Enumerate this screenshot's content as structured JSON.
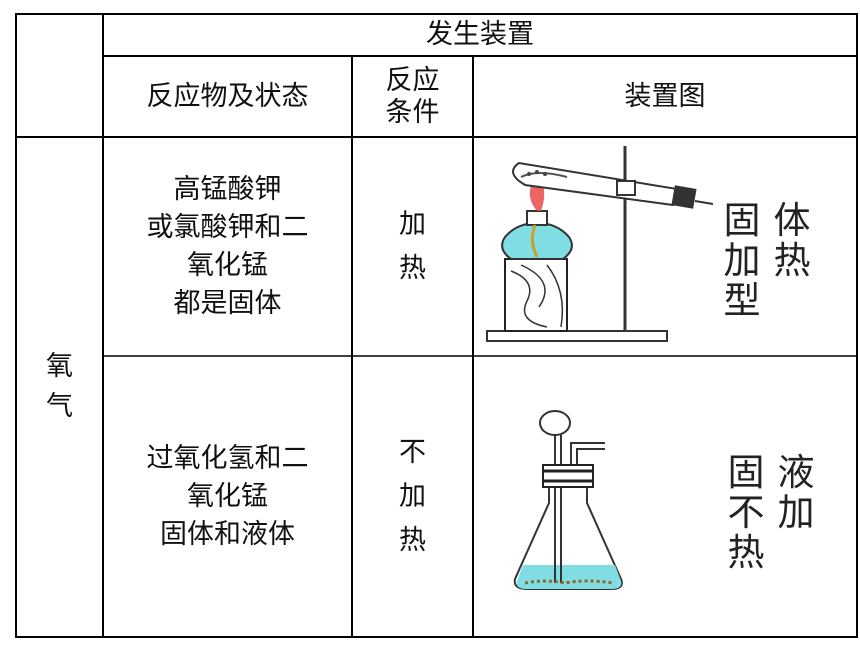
{
  "table": {
    "group_header": "发生装置",
    "col_reactants": "反应物及状态",
    "col_condition": "反应\n条件",
    "col_diagram": "装置图",
    "row_label": "氧\n气",
    "rows": [
      {
        "reactants": "高锰酸钾\n或氯酸钾和二\n氧化锰\n都是固体",
        "condition": "加\n热",
        "type_col1": "固\n加\n型",
        "type_col2": "体\n热"
      },
      {
        "reactants": "过氧化氢和二\n氧化锰\n固体和液体",
        "condition": "不\n加\n热",
        "type_col1": "固\n不\n热",
        "type_col2": "液\n加"
      }
    ]
  },
  "colors": {
    "liquid": "#7fdde3",
    "flame": "#e84a4a",
    "border": "#000000"
  }
}
